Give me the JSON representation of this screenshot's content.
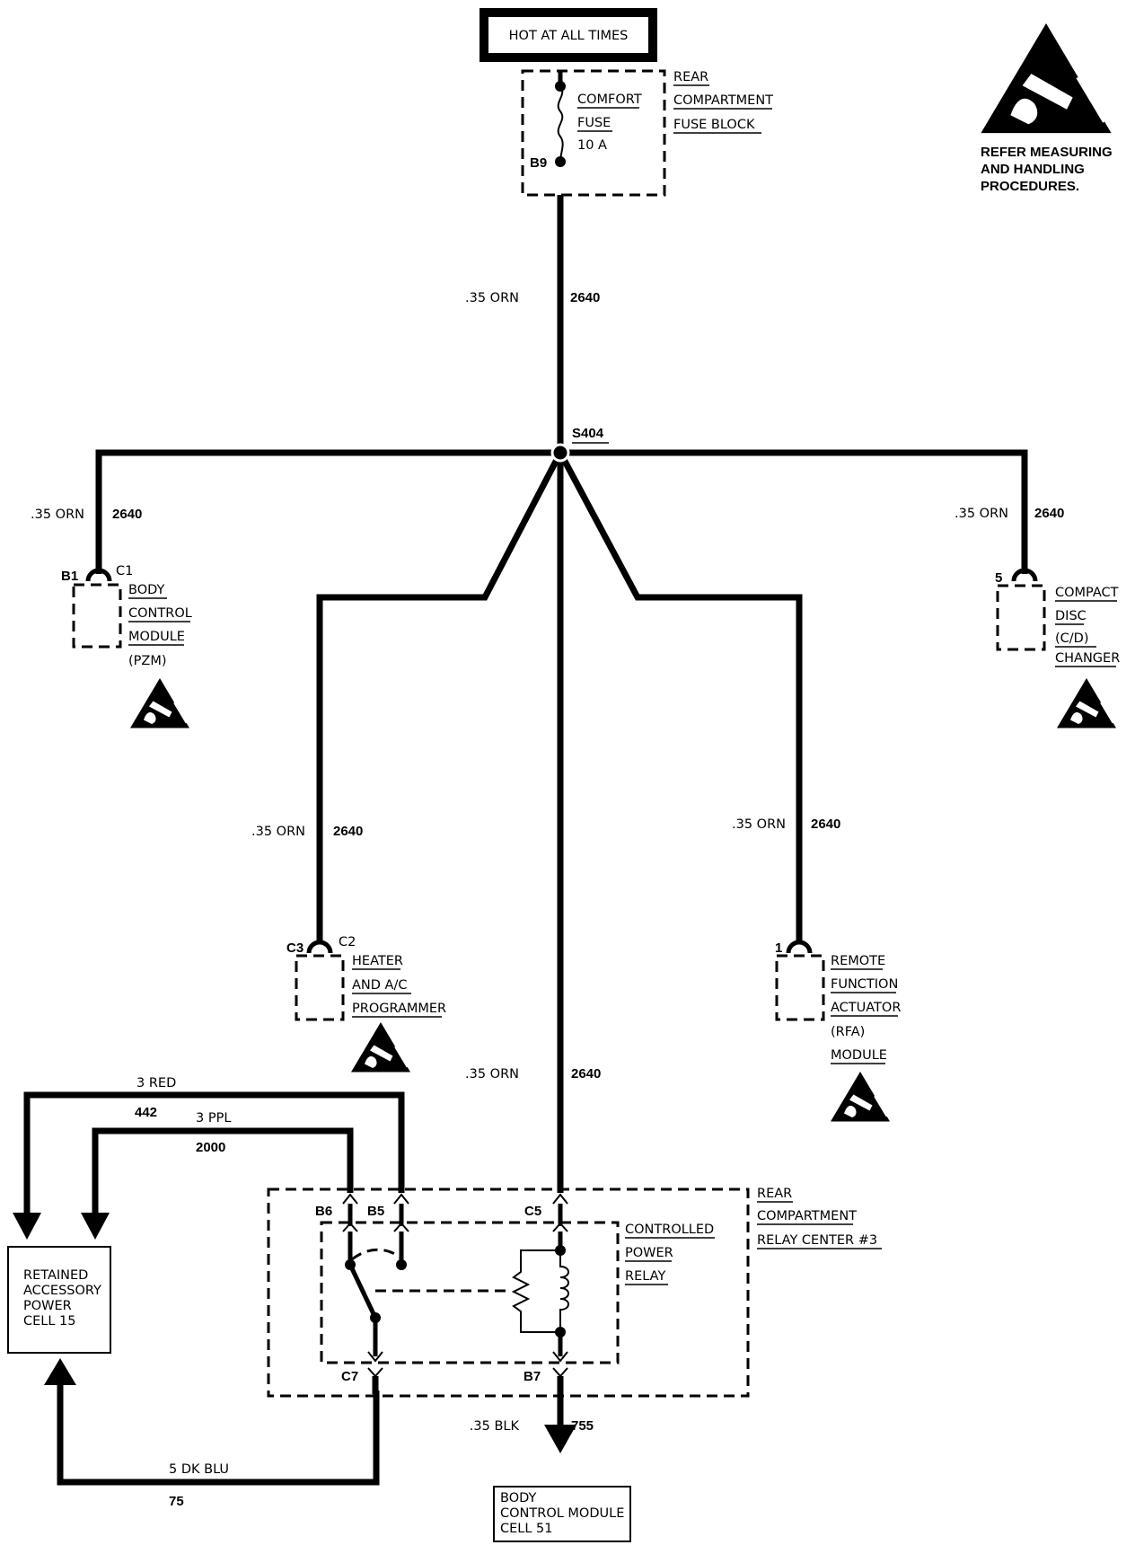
{
  "hot_box": "HOT AT ALL TIMES",
  "esd": {
    "line1": "REFER MEASURING",
    "line2": "AND HANDLING",
    "line3": "PROCEDURES."
  },
  "fuse_block": {
    "lines": [
      "REAR",
      "COMPARTMENT",
      "FUSE BLOCK"
    ],
    "fuse_lines": [
      "COMFORT",
      "FUSE",
      "10 A"
    ],
    "pin": "B9"
  },
  "wire_main": {
    "gauge": ".35 ORN",
    "circuit": "2640"
  },
  "splice": "S404",
  "bcm": {
    "pin": "B1",
    "conn": "C1",
    "lines": [
      "BODY",
      "CONTROL",
      "MODULE",
      "(PZM)"
    ],
    "wire_gauge": ".35 ORN",
    "wire_circuit": "2640"
  },
  "cd": {
    "pin": "5",
    "lines": [
      "COMPACT",
      "DISC",
      "(C/D)",
      "CHANGER"
    ],
    "wire_gauge": ".35 ORN",
    "wire_circuit": "2640"
  },
  "hvac": {
    "pin": "C3",
    "conn": "C2",
    "lines": [
      "HEATER",
      "AND A/C",
      "PROGRAMMER"
    ],
    "wire_gauge": ".35 ORN",
    "wire_circuit": "2640"
  },
  "rfa": {
    "pin": "1",
    "lines": [
      "REMOTE",
      "FUNCTION",
      "ACTUATOR",
      "(RFA)",
      "MODULE"
    ],
    "wire_gauge": ".35 ORN",
    "wire_circuit": "2640"
  },
  "center_wire": {
    "gauge": ".35 ORN",
    "circuit": "2640"
  },
  "relay_center": {
    "lines": [
      "REAR",
      "COMPARTMENT",
      "RELAY CENTER #3"
    ]
  },
  "relay": {
    "lines": [
      "CONTROLLED",
      "POWER",
      "RELAY"
    ],
    "pins": {
      "b6": "B6",
      "b5": "B5",
      "c5": "C5",
      "c7": "C7",
      "b7": "B7"
    }
  },
  "wire_red": {
    "gauge": "3 RED",
    "circuit": "442"
  },
  "wire_ppl": {
    "gauge": "3 PPL",
    "circuit": "2000"
  },
  "wire_blu": {
    "gauge": "5 DK BLU",
    "circuit": "75"
  },
  "wire_blk": {
    "gauge": ".35 BLK",
    "circuit": "755"
  },
  "retained_box": {
    "lines": [
      "RETAINED",
      "ACCESSORY",
      "POWER",
      "CELL 15"
    ]
  },
  "bcm_cell_box": {
    "lines": [
      "BODY",
      "CONTROL MODULE",
      "CELL 51"
    ]
  }
}
